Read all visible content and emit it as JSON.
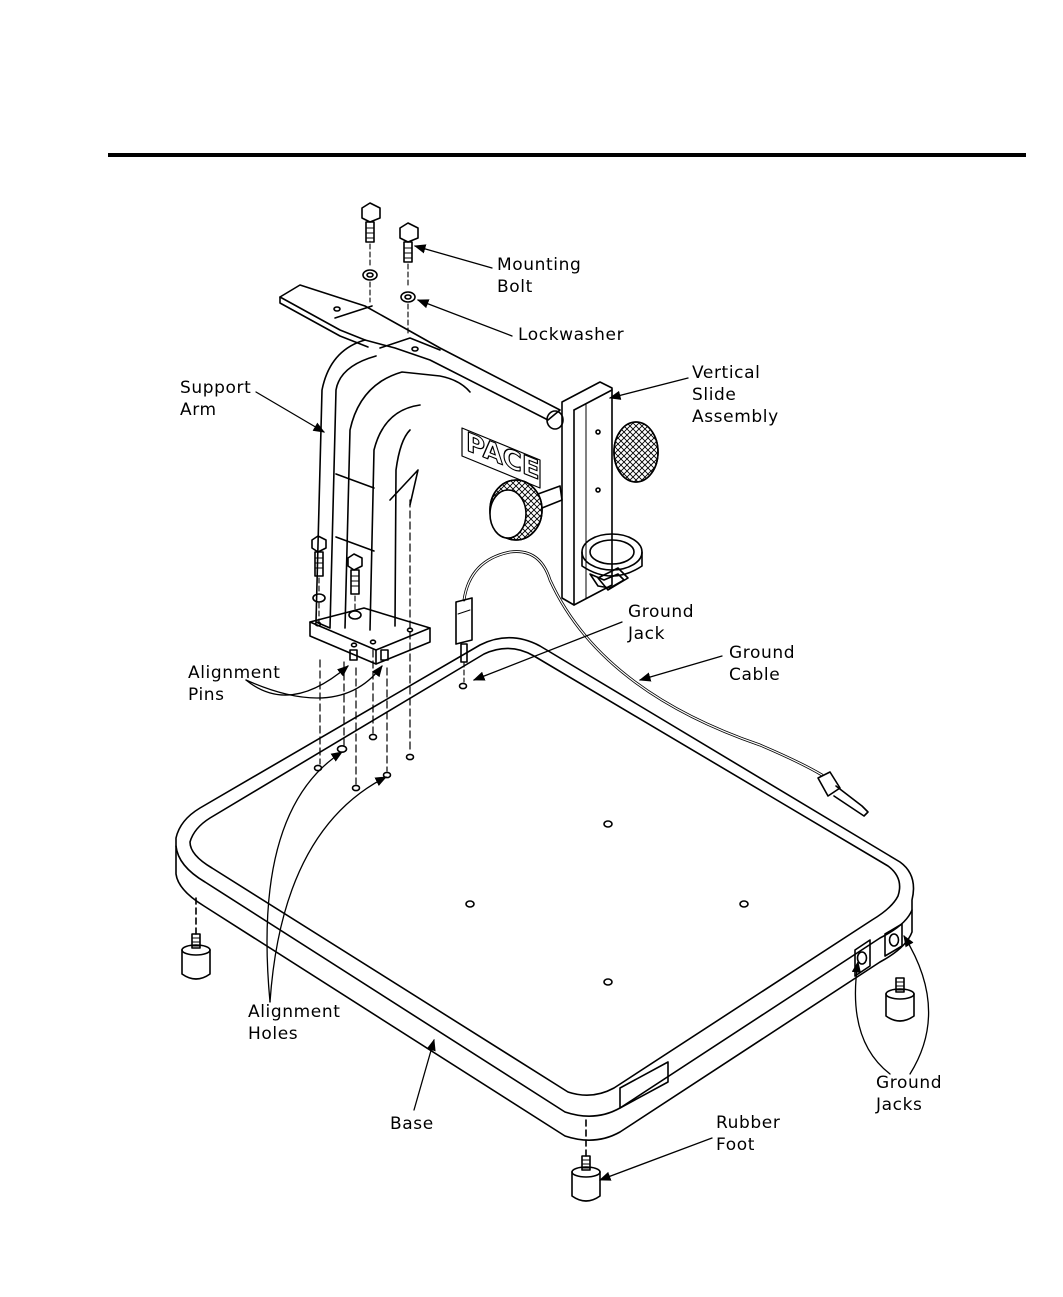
{
  "labels": {
    "mounting_bolt": [
      "Mounting",
      "Bolt"
    ],
    "lockwasher": [
      "Lockwasher"
    ],
    "vertical_slide_assembly": [
      "Vertical",
      "Slide",
      "Assembly"
    ],
    "support_arm": [
      "Support",
      "Arm"
    ],
    "ground_jack": [
      "Ground",
      "Jack"
    ],
    "ground_cable": [
      "Ground",
      "Cable"
    ],
    "alignment_pins": [
      "Alignment",
      "Pins"
    ],
    "alignment_holes": [
      "Alignment",
      "Holes"
    ],
    "base": [
      "Base"
    ],
    "rubber_foot": [
      "Rubber",
      "Foot"
    ],
    "ground_jacks": [
      "Ground",
      "Jacks"
    ]
  },
  "logo_text": "PACE",
  "colors": {
    "line": "#000000",
    "background": "#ffffff"
  }
}
